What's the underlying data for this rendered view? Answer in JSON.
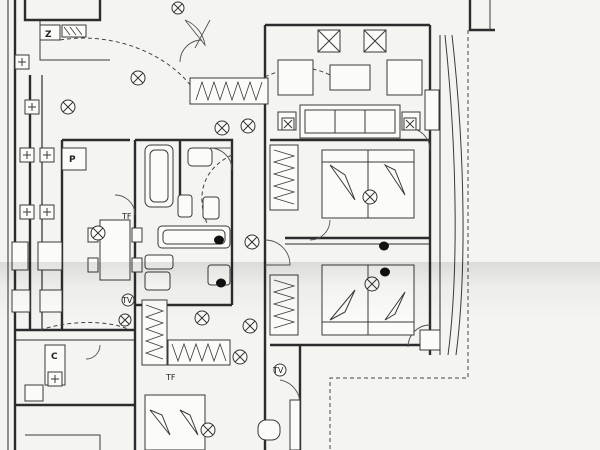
{
  "plan": {
    "labels": {
      "p": "P",
      "c": "C",
      "z": "Z",
      "tv_a": "TV",
      "tv_b": "TV",
      "tf_a": "TF",
      "tf_b": "TF"
    },
    "colors": {
      "paper": "#f4f4f1",
      "ink": "#2c2c2c",
      "marker": "#111111"
    }
  }
}
